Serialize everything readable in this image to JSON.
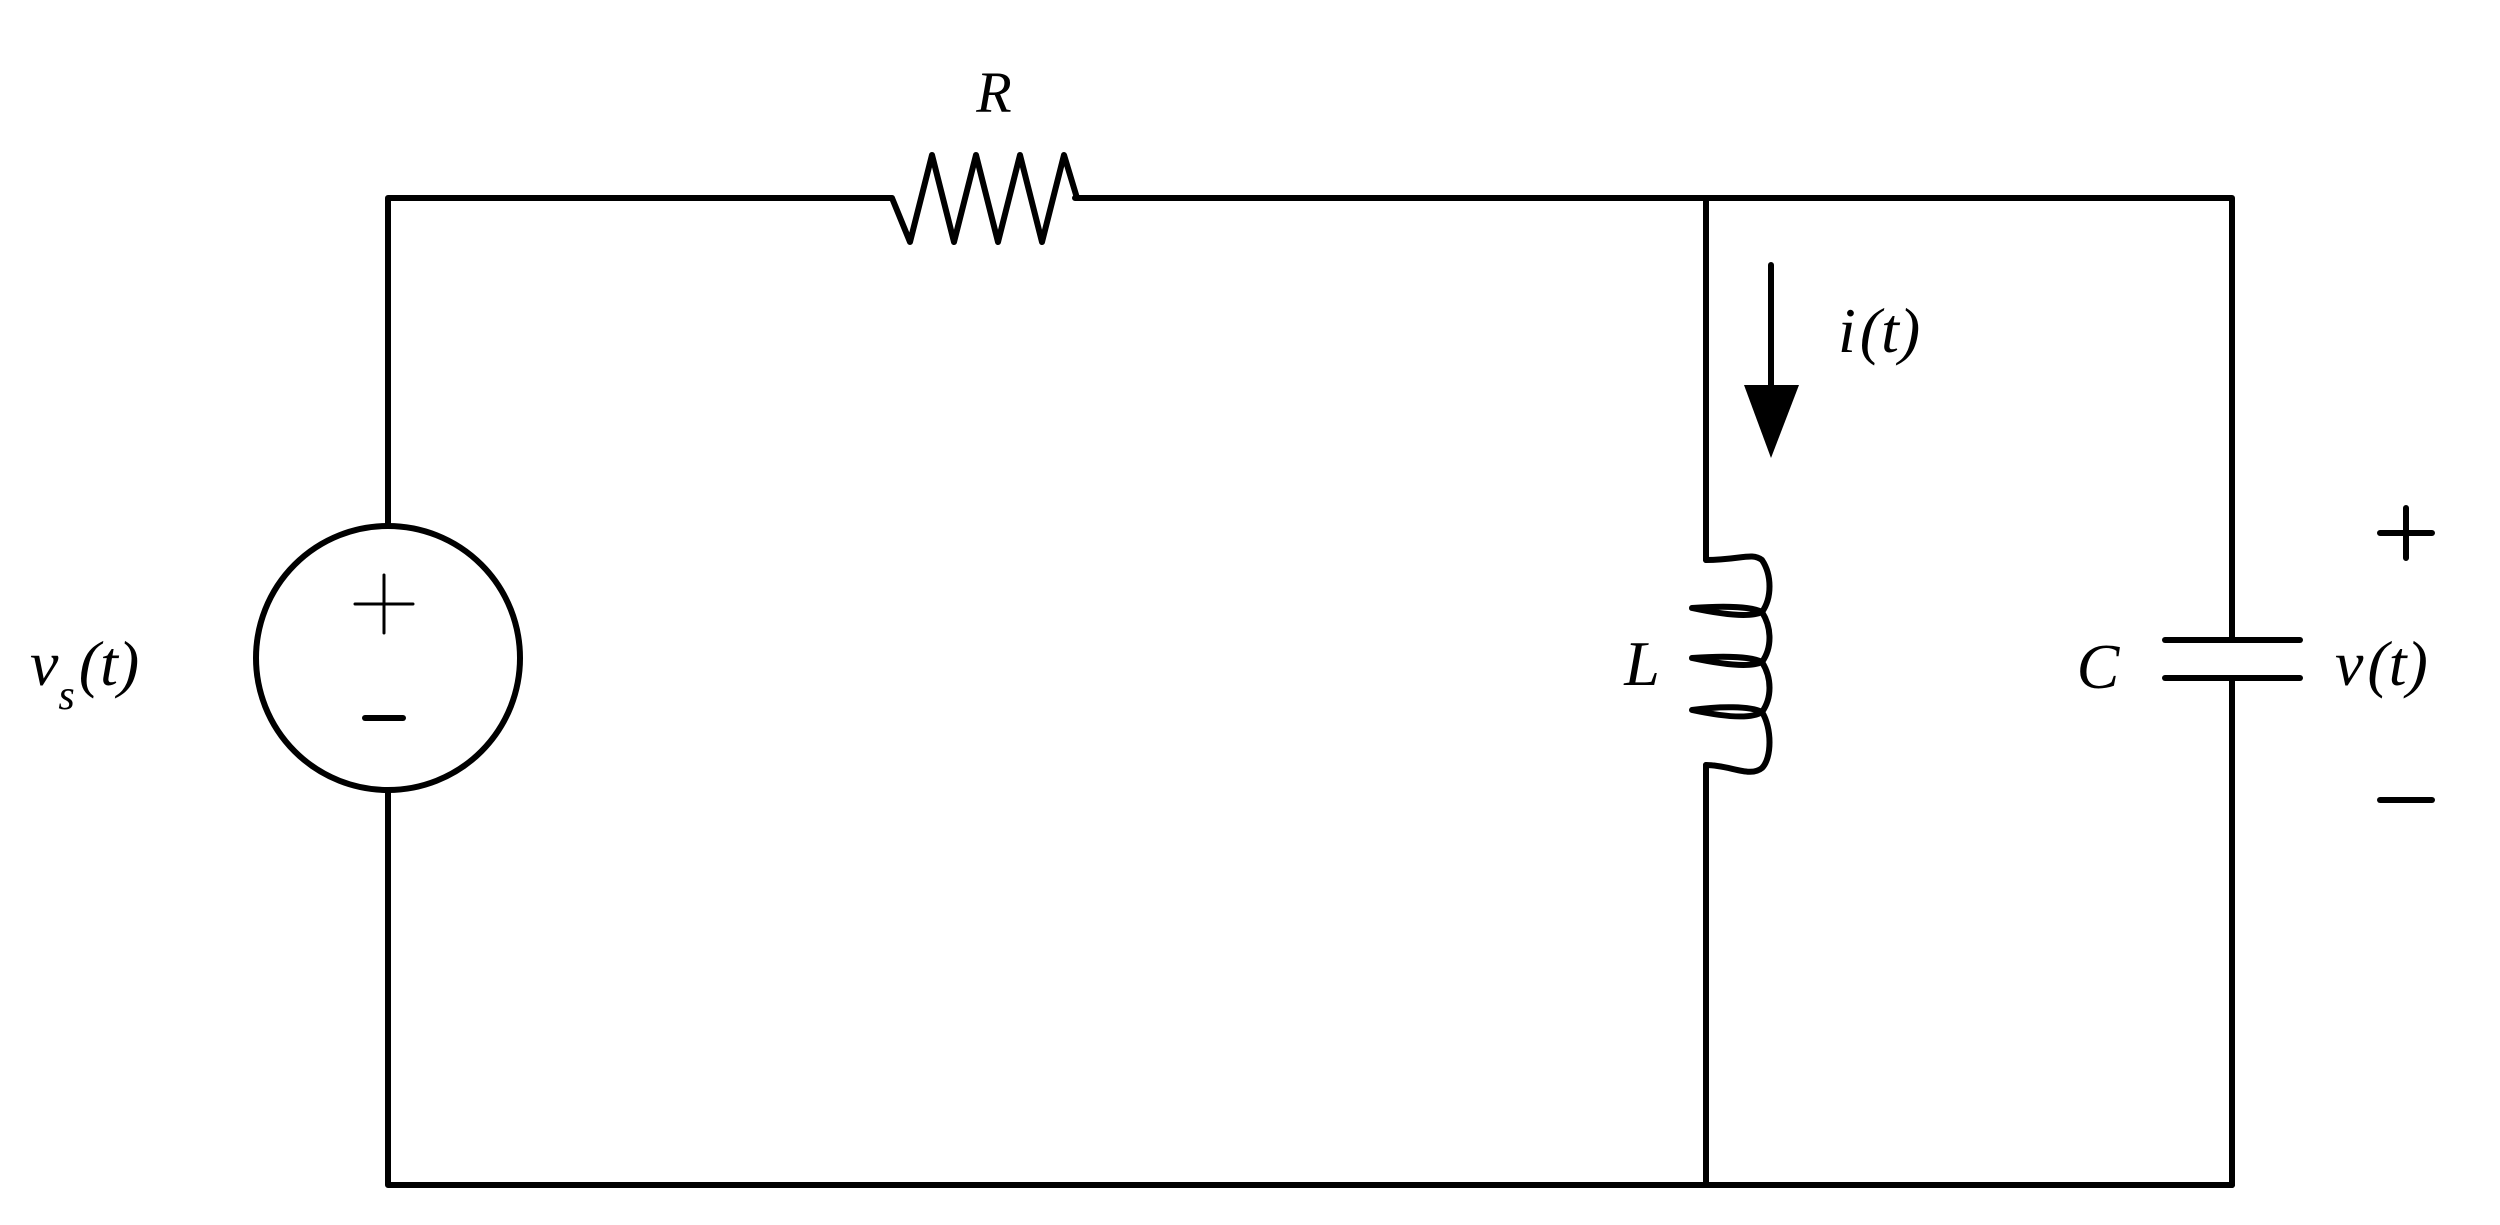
{
  "components": {
    "resistor": {
      "label": "R"
    },
    "inductor": {
      "label": "L"
    },
    "capacitor": {
      "label": "C"
    },
    "source": {
      "label_main": "v",
      "label_sub": "s",
      "label_arg": "(t)",
      "plus": "+",
      "minus": "–"
    },
    "current": {
      "label_main": "i",
      "label_arg": "(t)"
    },
    "voltage": {
      "label_main": "v",
      "label_arg": "(t)",
      "plus": "+",
      "minus": "–"
    }
  },
  "colors": {
    "stroke": "#000000",
    "background": "#ffffff"
  }
}
